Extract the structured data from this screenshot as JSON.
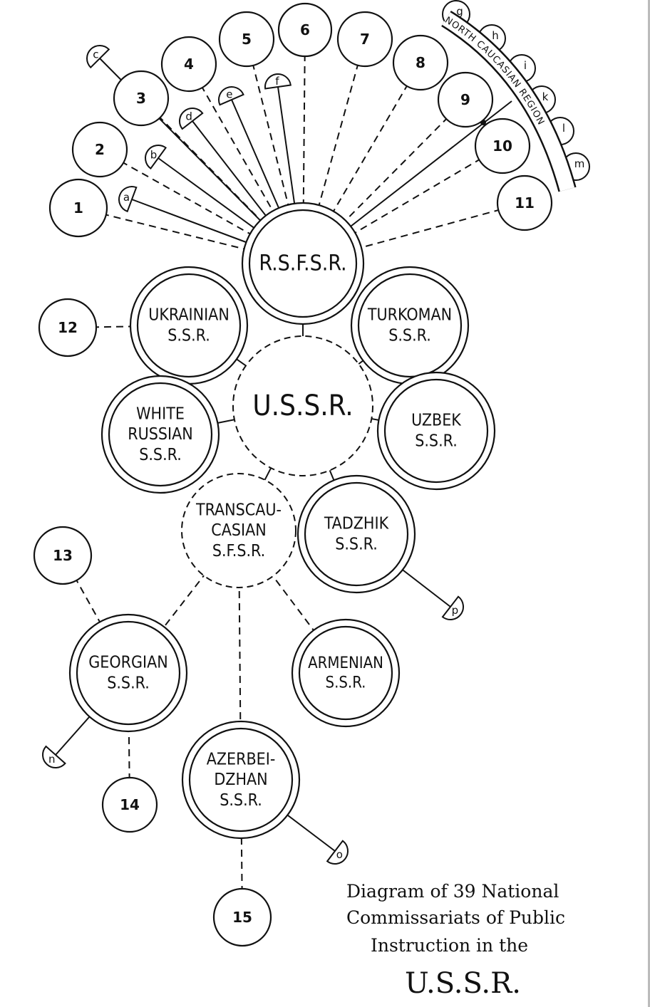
{
  "numbered_nodes": [
    "1",
    "2",
    "3",
    "4",
    "5",
    "6",
    "7",
    "8",
    "9",
    "10",
    "11",
    "12",
    "13",
    "14",
    "15"
  ],
  "letter_nodes": [
    "a",
    "b",
    "c",
    "d",
    "e",
    "f",
    "g",
    "h",
    "i",
    "k",
    "l",
    "m",
    "n",
    "o",
    "p"
  ],
  "main_nodes": {
    "rsfsr": [
      "R.S.F.S.R."
    ],
    "ussr": [
      "U.S.S.R."
    ],
    "ukrainian": [
      "UKRAINIAN",
      "S.S.R."
    ],
    "turkoman": [
      "TURKOMAN",
      "S.S.R."
    ],
    "white_russian": [
      "WHITE",
      "RUSSIAN",
      "S.S.R."
    ],
    "uzbek": [
      "UZBEK",
      "S.S.R."
    ],
    "transcaucasian": [
      "TRANSCAU-",
      "CASIAN",
      "S.F.S.R."
    ],
    "tadzhik": [
      "TADZHIK",
      "S.S.R."
    ],
    "georgian": [
      "GEORGIAN",
      "S.S.R."
    ],
    "armenian": [
      "ARMENIAN",
      "S.S.R."
    ],
    "azerbeidzhan": [
      "AZERBEI-",
      "DZHAN",
      "S.S.R."
    ]
  },
  "region_band": "NORTH CAUCASIAN REGION",
  "caption": [
    "Diagram of 39 National",
    "Commissariats of Public",
    "Instruction in the",
    "U.S.S.R."
  ]
}
